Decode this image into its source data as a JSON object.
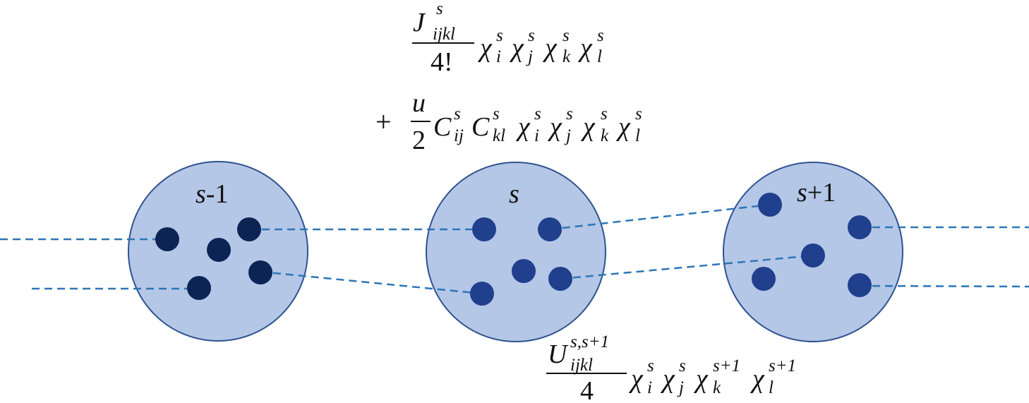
{
  "colors": {
    "cluster_fill": "#b4c7e7",
    "cluster_stroke": "#2f528f",
    "dot_left": "#0c2454",
    "dot_right": "#203f8c",
    "dash": "#2e75b6"
  },
  "clusters": [
    {
      "label_var": "s",
      "label_suffix": "-1"
    },
    {
      "label_var": "s",
      "label_suffix": ""
    },
    {
      "label_var": "s",
      "label_suffix": "+1"
    }
  ],
  "formula_top": {
    "numerator_var": "J",
    "numerator_sup": "s",
    "numerator_sub": "ijkl",
    "denominator": "4!",
    "terms": [
      {
        "base": "χ",
        "sub": "i",
        "sup": "s"
      },
      {
        "base": "χ",
        "sub": "j",
        "sup": "s"
      },
      {
        "base": "χ",
        "sub": "k",
        "sup": "s"
      },
      {
        "base": "χ",
        "sub": "l",
        "sup": "s"
      }
    ]
  },
  "formula_middle": {
    "plus": "+",
    "numerator": "u",
    "denominator": "2",
    "c1": {
      "base": "C",
      "sub": "ij",
      "sup": "s"
    },
    "c2": {
      "base": "C",
      "sub": "kl",
      "sup": "s"
    },
    "terms": [
      {
        "base": "χ",
        "sub": "i",
        "sup": "s"
      },
      {
        "base": "χ",
        "sub": "j",
        "sup": "s"
      },
      {
        "base": "χ",
        "sub": "k",
        "sup": "s"
      },
      {
        "base": "χ",
        "sub": "l",
        "sup": "s"
      }
    ]
  },
  "formula_bottom": {
    "numerator_var": "U",
    "numerator_sup": "s,s+1",
    "numerator_sub": "ijkl",
    "denominator": "4",
    "terms": [
      {
        "base": "χ",
        "sub": "i",
        "sup": "s"
      },
      {
        "base": "χ",
        "sub": "j",
        "sup": "s"
      },
      {
        "base": "χ",
        "sub": "k",
        "sup": "s+1"
      },
      {
        "base": "χ",
        "sub": "l",
        "sup": "s+1"
      }
    ]
  }
}
